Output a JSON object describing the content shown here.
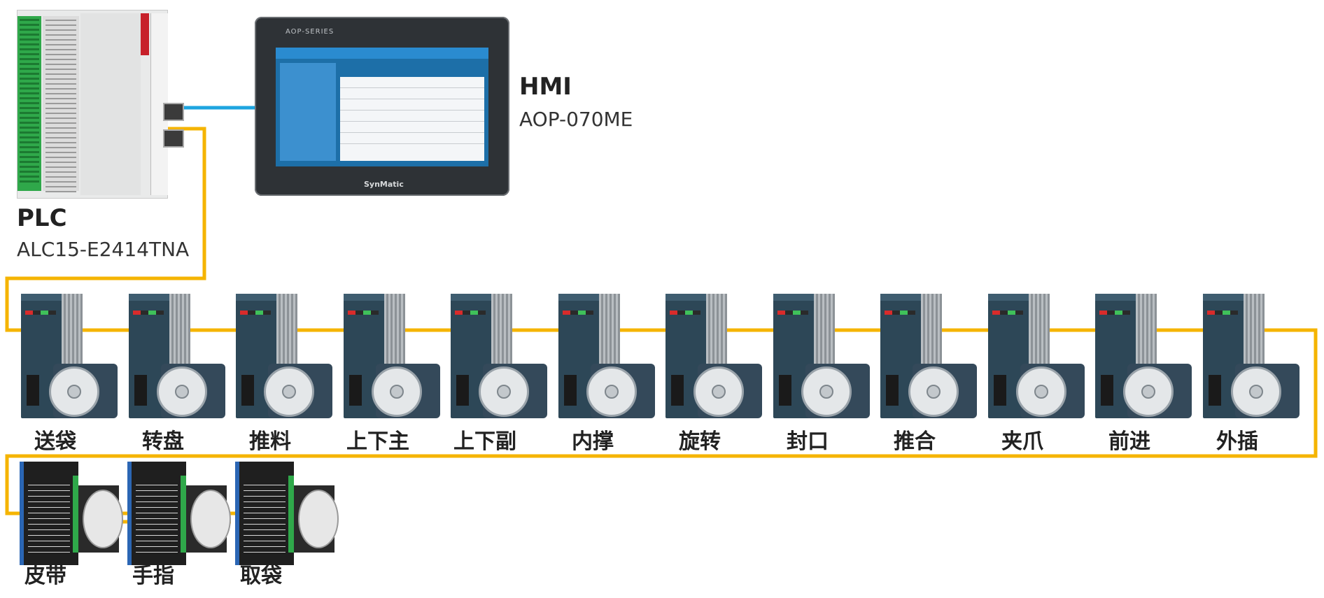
{
  "plc": {
    "title": "PLC",
    "model": "ALC15-E2414TNA"
  },
  "hmi": {
    "title": "HMI",
    "model": "AOP-070ME",
    "series": "AOP-SERIES",
    "brand": "SynMatic"
  },
  "servo_labels": [
    "送袋",
    "转盘",
    "推料",
    "上下主",
    "上下副",
    "内撑",
    "旋转",
    "封口",
    "推合",
    "夹爪",
    "前进",
    "外插"
  ],
  "stepper_labels": [
    "皮带",
    "手指",
    "取袋"
  ],
  "colors": {
    "ethercat": "#f5b400",
    "ethernet": "#1ea5e0"
  }
}
